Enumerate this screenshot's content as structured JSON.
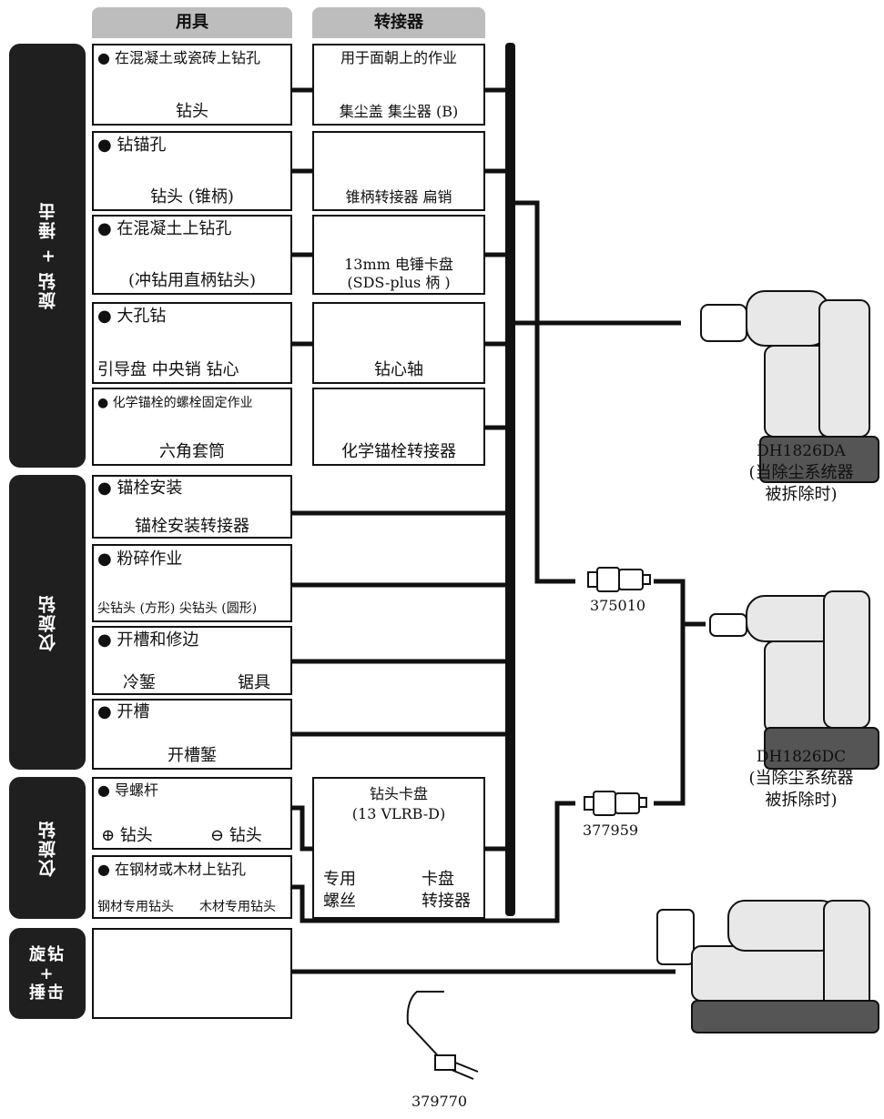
{
  "headers": {
    "tools": "用具",
    "adapters": "转接器"
  },
  "side_labels": {
    "rotary_hammer_1": "旋钻 + 捶击",
    "rotary_only_1": "仅旋钻",
    "rotary_only_2": "仅旋钻",
    "rotary_hammer_2": [
      "旋钻",
      "+",
      "捶击"
    ]
  },
  "tools": [
    {
      "title": "● 在混凝土或瓷砖上钻孔",
      "caption": "钻头"
    },
    {
      "title": "● 钻锚孔",
      "caption": "钻头 (锥柄)"
    },
    {
      "title": "● 在混凝土上钻孔",
      "caption": "(冲钻用直柄钻头)"
    },
    {
      "title": "● 大孔钻",
      "caption": "引导盘 中央销 钻心"
    },
    {
      "title": "● 化学锚栓的螺栓固定作业",
      "caption": "六角套筒"
    },
    {
      "title": "● 锚栓安装",
      "caption": "锚栓安装转接器"
    },
    {
      "title": "● 粉碎作业",
      "caption": "尖钻头 (方形) 尖钻头 (圆形)"
    },
    {
      "title": "● 开槽和修边",
      "caption_left": "冷錾",
      "caption_right": "锯具"
    },
    {
      "title": "● 开槽",
      "caption": "开槽錾"
    },
    {
      "title": "● 导螺杆",
      "caption_left": "⊕ 钻头",
      "caption_right": "⊖ 钻头"
    },
    {
      "title": "● 在钢材或木材上钻孔",
      "caption_left": "钢材专用钻头",
      "caption_right": "木材专用钻头"
    }
  ],
  "adapters": [
    {
      "title": "用于面朝上的作业",
      "caption": "集尘盖 集尘器 (B)"
    },
    {
      "caption": "锥柄转接器  扁销"
    },
    {
      "caption": "13mm 电锤卡盘",
      "caption2": "(SDS-plus 柄 )"
    },
    {
      "caption": "钻心轴"
    },
    {
      "caption": "化学锚栓转接器"
    },
    {
      "title": "钻头卡盘",
      "title2": "(13 VLRB-D)",
      "left1": "专用",
      "left2": "螺丝",
      "right1": "卡盘",
      "right2": "转接器"
    }
  ],
  "parts": {
    "chuck_1": "375010",
    "chuck_2": "377959",
    "handle": "379770"
  },
  "models": [
    {
      "name": "DH1826DA",
      "note1": "(当除尘系统器",
      "note2": "被拆除时)"
    },
    {
      "name": "DH1826DC",
      "note1": "(当除尘系统器",
      "note2": "被拆除时)"
    }
  ]
}
